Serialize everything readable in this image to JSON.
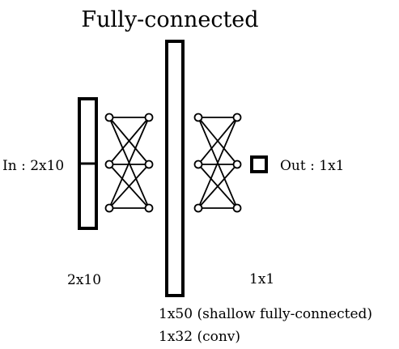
{
  "title": "Fully-connected",
  "input_label": "In : 2x10",
  "output_label": "Out : 1x1",
  "input_block_label": "2x10",
  "output_block_label": "1x1",
  "middle_label_line1": "1x50 (shallow fully-connected)",
  "middle_label_line2": "1x32 (conv)",
  "network_left": {
    "left_nodes": 3,
    "right_nodes": 3
  },
  "network_right": {
    "left_nodes": 3,
    "right_nodes": 3
  },
  "colors": {
    "stroke": "#000000",
    "background": "#ffffff"
  }
}
